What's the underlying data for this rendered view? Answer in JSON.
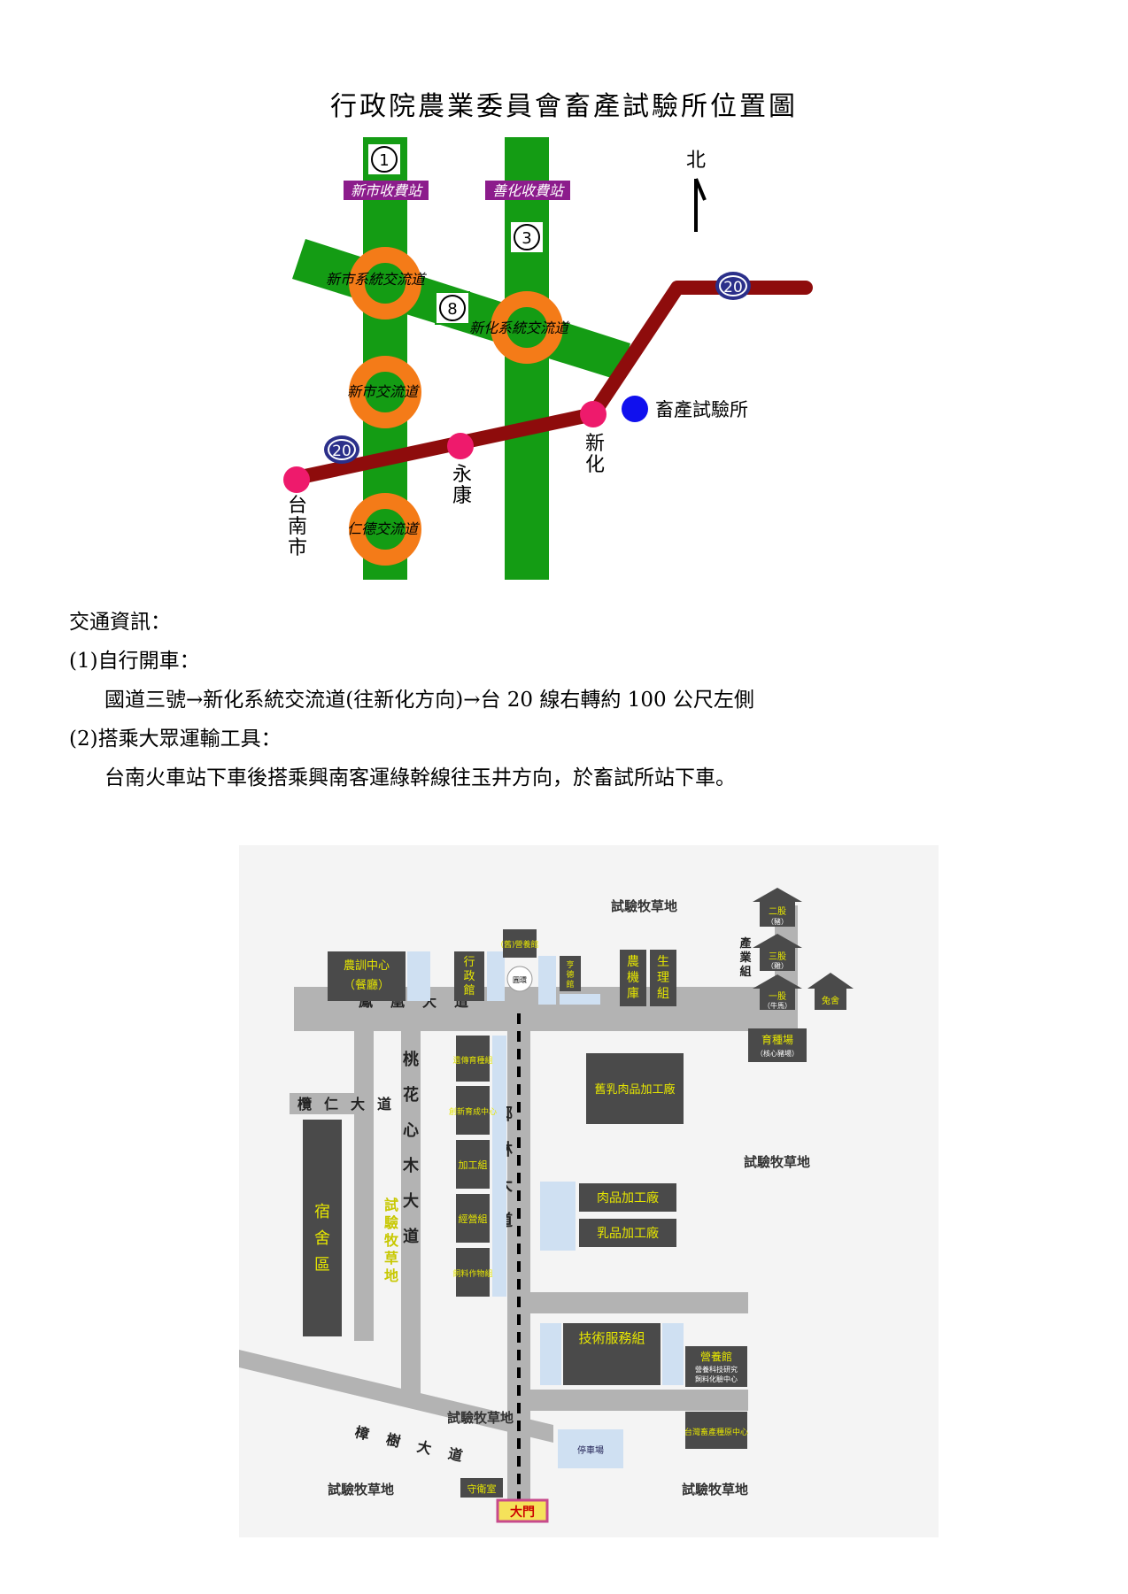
{
  "title": "行政院農業委員會畜產試驗所位置圖",
  "top_map": {
    "north_label": "北",
    "highway_1": "1",
    "highway_3": "3",
    "highway_8": "8",
    "route_20_east": "20",
    "route_20_west": "20",
    "toll_xinshi": "新市收費站",
    "toll_shanhua": "善化收費站",
    "ic_xinshi_system": "新市系統交流道",
    "ic_xinhua_system": "新化系統交流道",
    "ic_xinshi": "新市交流道",
    "ic_rende": "仁德交流道",
    "institute": "畜產試驗所",
    "town_xinhua": "新化",
    "town_yongkang": "永康",
    "town_tainan": "台南市",
    "colors": {
      "freeway": "#149c14",
      "interchange": "#f47b18",
      "route20": "#8e0c0c",
      "toll": "#8c1c8c",
      "town": "#ee1a6c",
      "institute": "#1010ee"
    }
  },
  "transport": {
    "heading": "交通資訊：",
    "car_heading": "(1)自行開車：",
    "car_text": "國道三號→新化系統交流道(往新化方向)→台 20 線右轉約 100 公尺左側",
    "bus_heading": "(2)搭乘大眾運輸工具：",
    "bus_text": "台南火車站下車後搭乘興南客運綠幹線往玉井方向，於畜試所站下車。"
  },
  "campus": {
    "pasture_top": "試驗牧草地",
    "pasture_right": "試驗牧草地",
    "pasture_mid": "試驗牧草地",
    "pasture_bl": "試驗牧草地",
    "pasture_br": "試驗牧草地",
    "pasture_left_vert": "試驗牧草地",
    "road_fenghuang": "鳳凰大道",
    "road_jiren": "欖仁大道",
    "road_taohuaxin": "桃花心木大道",
    "road_yelin": "椰林大道",
    "road_zhangshu": "樟樹大道",
    "dorm": "宿舍區",
    "training_center": "農訓中心",
    "training_sub": "（餐廳）",
    "admin": "行政館",
    "old_nutrition": "(舊)營養館",
    "roundabout": "圓環",
    "hengde": "亨德館",
    "machinery": "農機庫",
    "physiology": "生理組",
    "breeding_genetics": "遺傳育種組",
    "innovation": "創新育成中心",
    "processing": "加工組",
    "management": "經營組",
    "feed_crops": "飼料作物組",
    "old_dairy": "舊乳肉品加工廠",
    "meat_factory": "肉品加工廠",
    "dairy_factory": "乳品加工廠",
    "tech_service": "技術服務組",
    "nutrition_hall": "營養館",
    "nutrition_sub1": "營養科技研究",
    "nutrition_sub2": "飼料化驗中心",
    "breeding_center": "台灣畜產種原中心",
    "guard": "守衛室",
    "gate": "大門",
    "parking": "停車場",
    "parking_short": "停車場",
    "industry_group": "產業組",
    "section2": "二股",
    "section2_sub": "（豬）",
    "section3": "三股",
    "section3_sub": "（雞）",
    "section1": "一股",
    "section1_sub": "（牛馬）",
    "rabbit": "兔舍",
    "breeding_farm": "育種場",
    "breeding_farm_sub": "（核心豬場）",
    "colors": {
      "building": "#4a4a4a",
      "road": "#b3b3b3",
      "parking": "#cfe0f2",
      "label": "#e6e600",
      "pasture": "#333333"
    }
  }
}
